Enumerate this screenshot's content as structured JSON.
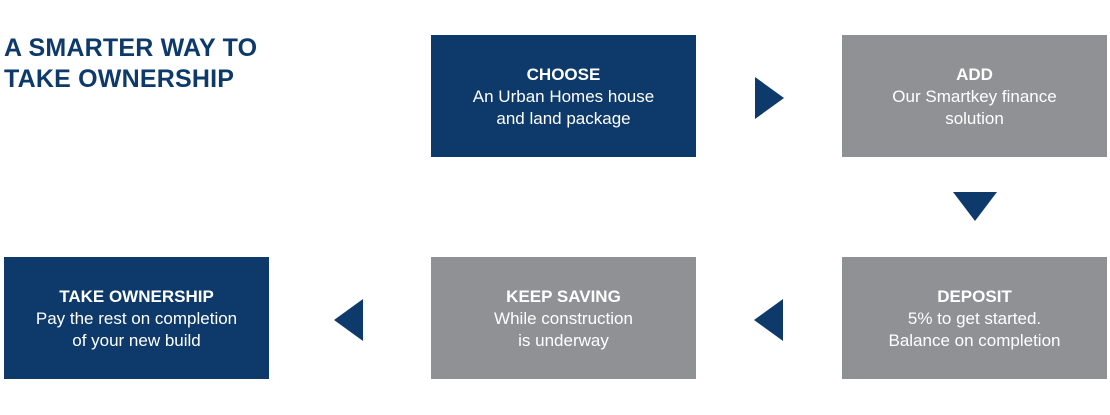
{
  "heading": {
    "line1": "A SMARTER WAY TO",
    "line2": "TAKE OWNERSHIP"
  },
  "colors": {
    "navy": "#0d3a6b",
    "grey": "#8f9195",
    "text": "#ffffff"
  },
  "steps": [
    {
      "title": "CHOOSE",
      "lines": [
        "An Urban Homes house",
        "and land package"
      ]
    },
    {
      "title": "ADD",
      "lines": [
        "Our Smartkey finance",
        "solution"
      ]
    },
    {
      "title": "DEPOSIT",
      "lines": [
        "5% to get started.",
        "Balance on completion"
      ]
    },
    {
      "title": "KEEP SAVING",
      "lines": [
        "While construction",
        "is underway"
      ]
    },
    {
      "title": "TAKE OWNERSHIP",
      "lines": [
        "Pay the rest on completion",
        "of your new build"
      ]
    }
  ],
  "connectors": [
    {
      "from": "CHOOSE",
      "to": "ADD",
      "direction": "right"
    },
    {
      "from": "ADD",
      "to": "DEPOSIT",
      "direction": "down"
    },
    {
      "from": "DEPOSIT",
      "to": "KEEP SAVING",
      "direction": "left"
    },
    {
      "from": "KEEP SAVING",
      "to": "TAKE OWNERSHIP",
      "direction": "left"
    }
  ]
}
